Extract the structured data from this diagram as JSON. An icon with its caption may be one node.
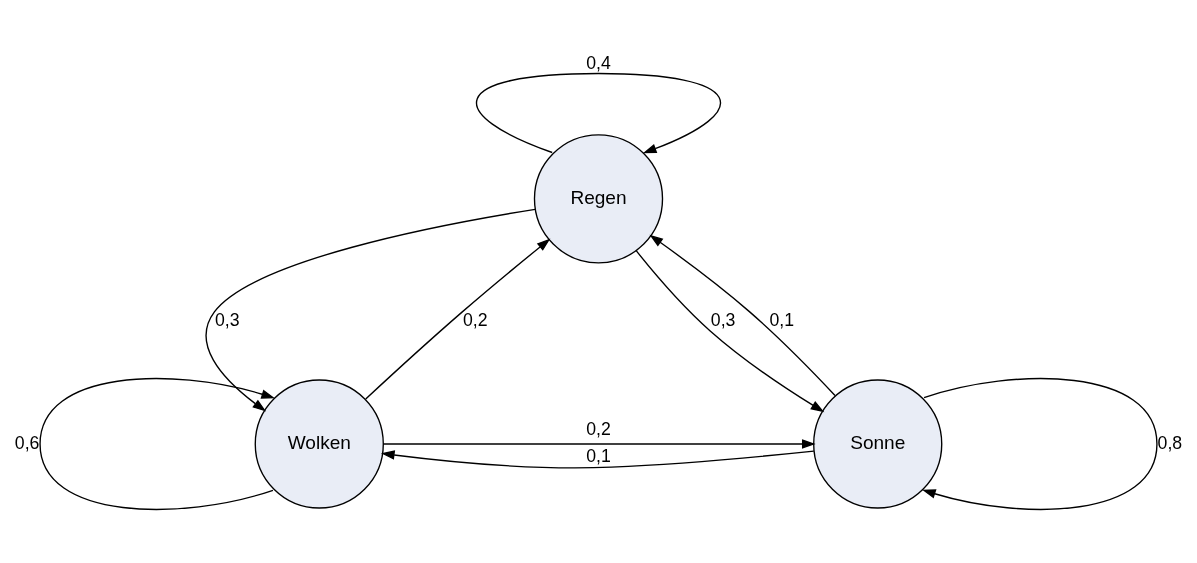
{
  "diagram": {
    "nodes": [
      {
        "text": [
          "Regen"
        ]
      },
      {
        "text": [
          "Wolken"
        ]
      },
      {
        "text": [
          "Sonne"
        ]
      }
    ],
    "edges": [
      {
        "from": 0,
        "to": 0,
        "arrow": "to",
        "label": "0,4"
      },
      {
        "from": 0,
        "to": 1,
        "arrow": "to",
        "label": "0,3"
      },
      {
        "from": 1,
        "to": 0,
        "arrow": "to",
        "label": "0,2"
      },
      {
        "from": 2,
        "to": 0,
        "arrow": "to",
        "label": "0,1"
      },
      {
        "from": 0,
        "to": 2,
        "arrow": "to",
        "label": "0,3"
      },
      {
        "from": 1,
        "to": 1,
        "arrow": "to",
        "label": "0,6"
      },
      {
        "from": 1,
        "to": 2,
        "arrow": "to",
        "label": "0,2"
      },
      {
        "from": 2,
        "to": 1,
        "arrow": "to",
        "label": "0,1"
      },
      {
        "from": 2,
        "to": 2,
        "arrow": "to",
        "label": "0,8"
      }
    ]
  }
}
